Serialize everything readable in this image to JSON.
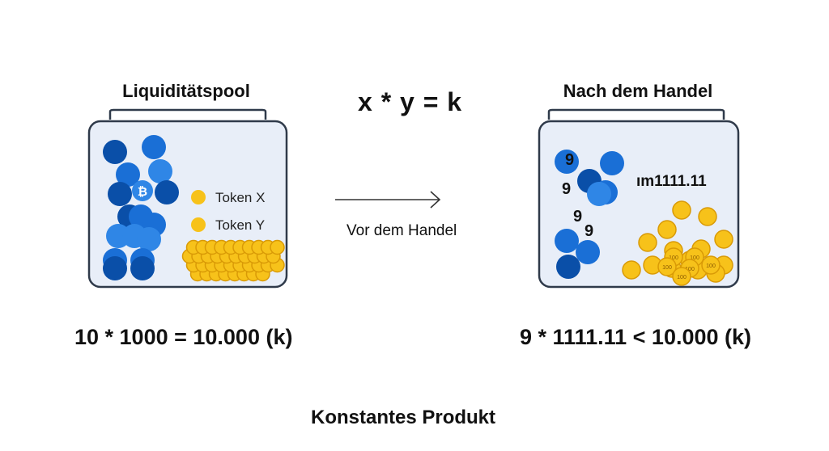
{
  "left_pool": {
    "title": "Liquiditätspool",
    "legend": {
      "token_x": "Token X",
      "token_y": "Token Y"
    },
    "token_symbol": "₿",
    "equation": "10 * 1000 = 10.000 (k)"
  },
  "center": {
    "formula": "x * y = k",
    "arrow_label": "Vor dem Handel"
  },
  "right_pool": {
    "title": "Nach dem Handel",
    "token_x_labels": [
      "9",
      "9",
      "9",
      "9"
    ],
    "token_y_label": "ım1111.11",
    "coin_label": "100",
    "equation": "9 * 1111.11 < 10.000 (k)"
  },
  "footer": "Konstantes Produkt",
  "colors": {
    "token_x_dark": "#0a4fa8",
    "token_x_mid": "#1a6fd6",
    "token_x_light": "#2f86e6",
    "token_y": "#f7c21a",
    "token_y_edge": "#d99a06",
    "jar_fill": "#e8eef8",
    "jar_stroke": "#2f3a4a"
  }
}
